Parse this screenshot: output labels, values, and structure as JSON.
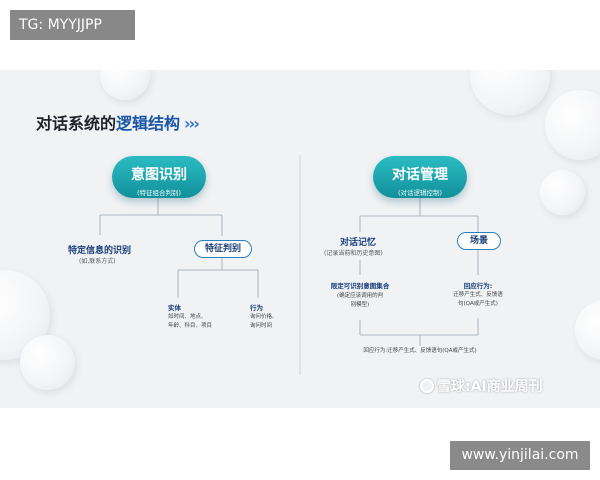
{
  "overlay": {
    "tag": "TG: MYYJJPP",
    "website": "www.yinjilai.com"
  },
  "slide": {
    "title_prefix": "对话系统的",
    "title_accent": "逻辑结构",
    "title_arrows": "›››",
    "left": {
      "pill_main": "意图识别",
      "pill_sub": "(特征组合判别)",
      "branch1_label": "特定信息的识别",
      "branch1_sub": "(如,联系方式)",
      "branch2_label": "特征判别",
      "leaf1_label": "实体",
      "leaf1_items": [
        "如时间、地点、",
        "年龄、科目、项目"
      ],
      "leaf2_label": "行为",
      "leaf2_items": [
        "询问价格、",
        "询问时间"
      ]
    },
    "right": {
      "pill_main": "对话管理",
      "pill_sub": "(对话逻辑控制)",
      "branch1_label": "对话记忆",
      "branch1_sub": "(记录当前和历史意图)",
      "branch2_label": "场景",
      "leaf1_label": "限定可识别意图集合",
      "leaf1_items": [
        "(确定应该调用的判",
        "别模型)"
      ],
      "leaf2_label": "回应行为:",
      "leaf2_items": [
        "迁移产生式、反馈语",
        "句(QA或产生式)"
      ],
      "footer": "回应行为:迁移产生式、反馈语句(QA或产生式)"
    },
    "watermark": "雪球:AI商业周刊"
  }
}
